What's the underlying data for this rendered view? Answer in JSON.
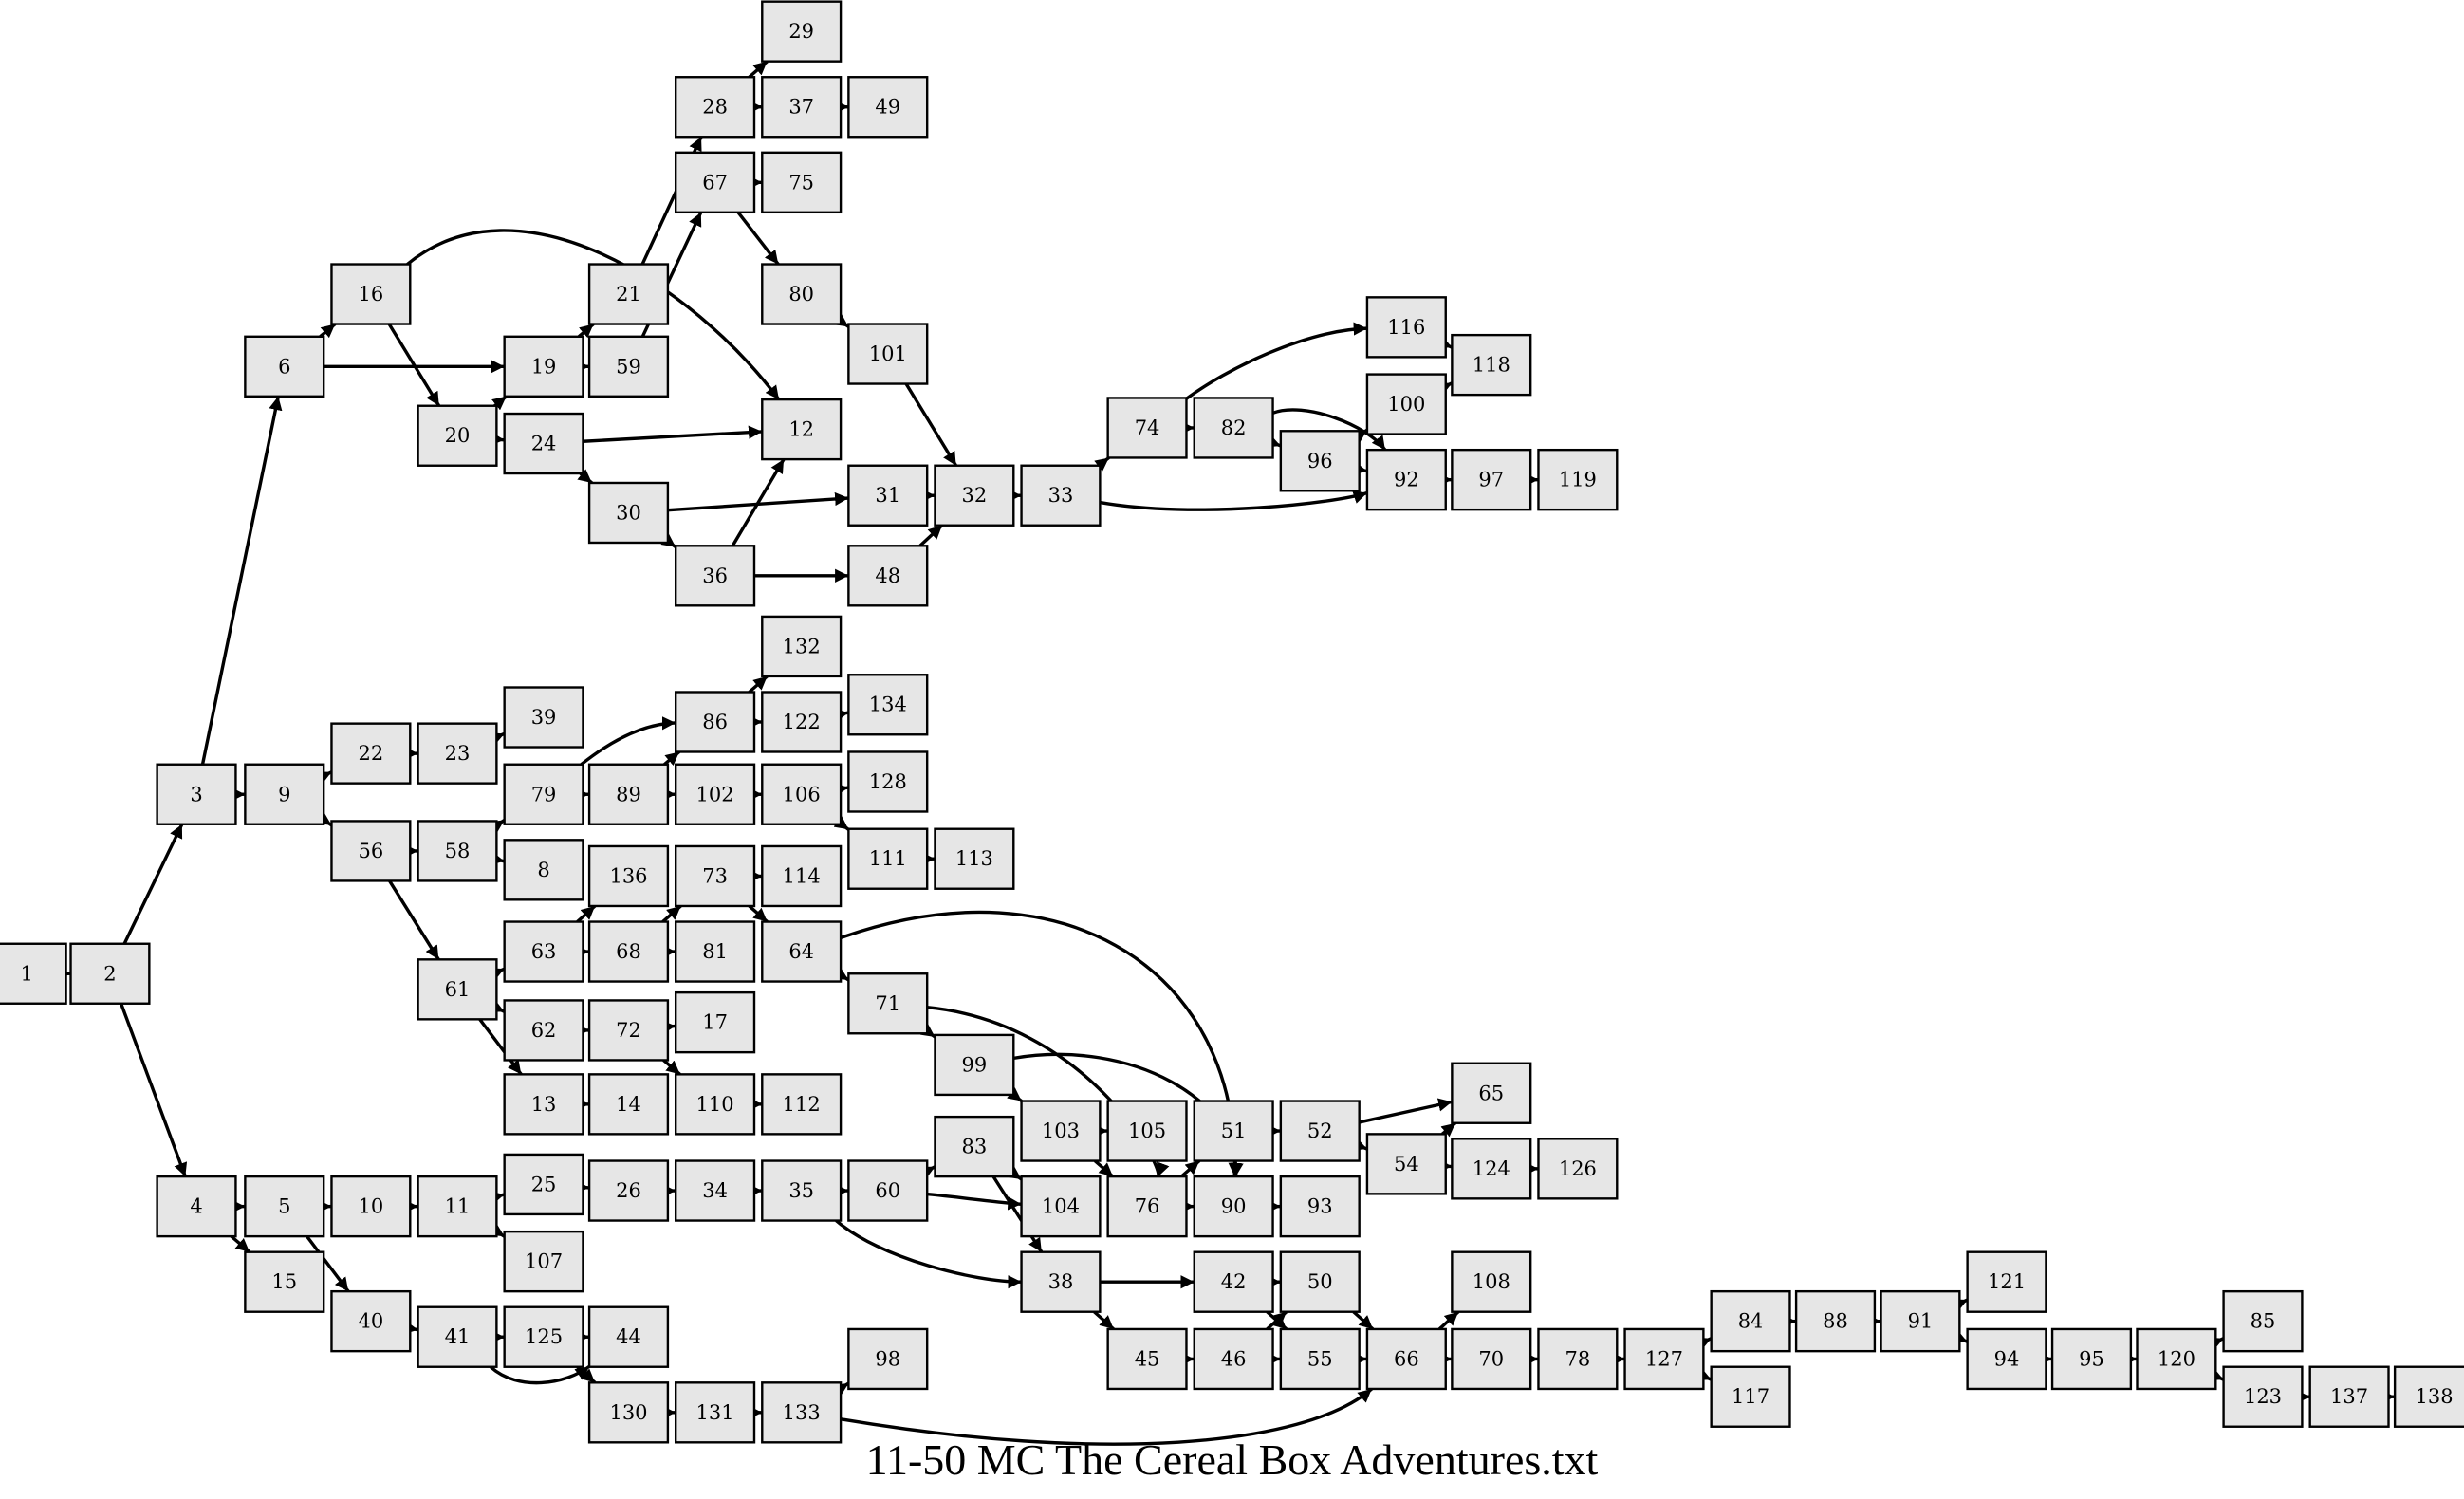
{
  "caption": "11-50 MC The Cereal Box Adventures.txt",
  "colors": {
    "node_fill": "#e6e6e6",
    "node_stroke": "#000000",
    "edge": "#000000",
    "background": "#ffffff"
  },
  "nodes": [
    "1",
    "2",
    "3",
    "4",
    "5",
    "6",
    "8",
    "9",
    "10",
    "11",
    "12",
    "13",
    "14",
    "15",
    "16",
    "17",
    "19",
    "20",
    "21",
    "22",
    "23",
    "24",
    "25",
    "26",
    "28",
    "29",
    "30",
    "31",
    "32",
    "33",
    "34",
    "35",
    "36",
    "37",
    "38",
    "39",
    "40",
    "41",
    "42",
    "44",
    "45",
    "46",
    "48",
    "49",
    "50",
    "51",
    "52",
    "54",
    "55",
    "56",
    "58",
    "59",
    "60",
    "61",
    "62",
    "63",
    "64",
    "65",
    "66",
    "67",
    "68",
    "70",
    "71",
    "72",
    "73",
    "74",
    "75",
    "76",
    "78",
    "79",
    "80",
    "81",
    "82",
    "83",
    "84",
    "85",
    "86",
    "88",
    "89",
    "90",
    "91",
    "92",
    "93",
    "94",
    "95",
    "96",
    "97",
    "98",
    "99",
    "100",
    "101",
    "102",
    "103",
    "104",
    "105",
    "106",
    "107",
    "108",
    "110",
    "111",
    "112",
    "113",
    "114",
    "116",
    "117",
    "118",
    "119",
    "120",
    "121",
    "122",
    "123",
    "124",
    "125",
    "126",
    "127",
    "128",
    "130",
    "131",
    "132",
    "133",
    "134",
    "136",
    "137",
    "138"
  ],
  "edges": [
    [
      "1",
      "2"
    ],
    [
      "2",
      "3"
    ],
    [
      "2",
      "4"
    ],
    [
      "3",
      "6"
    ],
    [
      "3",
      "9"
    ],
    [
      "4",
      "5"
    ],
    [
      "4",
      "15"
    ],
    [
      "6",
      "16"
    ],
    [
      "6",
      "19"
    ],
    [
      "16",
      "20"
    ],
    [
      "16",
      "12"
    ],
    [
      "19",
      "21"
    ],
    [
      "19",
      "59"
    ],
    [
      "20",
      "19"
    ],
    [
      "20",
      "24"
    ],
    [
      "21",
      "28"
    ],
    [
      "28",
      "29"
    ],
    [
      "28",
      "37"
    ],
    [
      "37",
      "49"
    ],
    [
      "59",
      "67"
    ],
    [
      "67",
      "75"
    ],
    [
      "67",
      "80"
    ],
    [
      "80",
      "101"
    ],
    [
      "101",
      "32"
    ],
    [
      "24",
      "12"
    ],
    [
      "24",
      "30"
    ],
    [
      "30",
      "31"
    ],
    [
      "30",
      "36"
    ],
    [
      "36",
      "12"
    ],
    [
      "36",
      "48"
    ],
    [
      "31",
      "32"
    ],
    [
      "48",
      "32"
    ],
    [
      "32",
      "33"
    ],
    [
      "33",
      "74"
    ],
    [
      "33",
      "92"
    ],
    [
      "74",
      "116"
    ],
    [
      "74",
      "82"
    ],
    [
      "82",
      "96"
    ],
    [
      "82",
      "92"
    ],
    [
      "96",
      "100"
    ],
    [
      "96",
      "92"
    ],
    [
      "116",
      "118"
    ],
    [
      "100",
      "118"
    ],
    [
      "92",
      "97"
    ],
    [
      "97",
      "119"
    ],
    [
      "9",
      "22"
    ],
    [
      "9",
      "56"
    ],
    [
      "22",
      "23"
    ],
    [
      "23",
      "39"
    ],
    [
      "56",
      "58"
    ],
    [
      "56",
      "61"
    ],
    [
      "58",
      "79"
    ],
    [
      "58",
      "8"
    ],
    [
      "79",
      "86"
    ],
    [
      "79",
      "89"
    ],
    [
      "89",
      "86"
    ],
    [
      "89",
      "102"
    ],
    [
      "86",
      "132"
    ],
    [
      "86",
      "122"
    ],
    [
      "122",
      "134"
    ],
    [
      "102",
      "106"
    ],
    [
      "106",
      "128"
    ],
    [
      "106",
      "111"
    ],
    [
      "111",
      "113"
    ],
    [
      "61",
      "63"
    ],
    [
      "61",
      "62"
    ],
    [
      "61",
      "13"
    ],
    [
      "63",
      "136"
    ],
    [
      "63",
      "68"
    ],
    [
      "68",
      "73"
    ],
    [
      "68",
      "81"
    ],
    [
      "73",
      "114"
    ],
    [
      "73",
      "64"
    ],
    [
      "64",
      "90"
    ],
    [
      "64",
      "71"
    ],
    [
      "71",
      "99"
    ],
    [
      "71",
      "76"
    ],
    [
      "99",
      "90"
    ],
    [
      "99",
      "103"
    ],
    [
      "103",
      "105"
    ],
    [
      "103",
      "76"
    ],
    [
      "76",
      "51"
    ],
    [
      "76",
      "90"
    ],
    [
      "90",
      "93"
    ],
    [
      "51",
      "52"
    ],
    [
      "52",
      "65"
    ],
    [
      "52",
      "54"
    ],
    [
      "54",
      "65"
    ],
    [
      "54",
      "124"
    ],
    [
      "124",
      "126"
    ],
    [
      "62",
      "72"
    ],
    [
      "72",
      "17"
    ],
    [
      "72",
      "110"
    ],
    [
      "110",
      "112"
    ],
    [
      "13",
      "14"
    ],
    [
      "5",
      "10"
    ],
    [
      "5",
      "40"
    ],
    [
      "10",
      "11"
    ],
    [
      "11",
      "25"
    ],
    [
      "11",
      "107"
    ],
    [
      "25",
      "26"
    ],
    [
      "26",
      "34"
    ],
    [
      "34",
      "35"
    ],
    [
      "35",
      "60"
    ],
    [
      "35",
      "38"
    ],
    [
      "60",
      "83"
    ],
    [
      "60",
      "104"
    ],
    [
      "83",
      "104"
    ],
    [
      "83",
      "38"
    ],
    [
      "38",
      "42"
    ],
    [
      "38",
      "45"
    ],
    [
      "42",
      "50"
    ],
    [
      "42",
      "55"
    ],
    [
      "45",
      "46"
    ],
    [
      "46",
      "50"
    ],
    [
      "46",
      "55"
    ],
    [
      "50",
      "66"
    ],
    [
      "55",
      "66"
    ],
    [
      "66",
      "108"
    ],
    [
      "66",
      "70"
    ],
    [
      "70",
      "78"
    ],
    [
      "78",
      "127"
    ],
    [
      "127",
      "84"
    ],
    [
      "127",
      "117"
    ],
    [
      "84",
      "88"
    ],
    [
      "88",
      "91"
    ],
    [
      "91",
      "121"
    ],
    [
      "91",
      "94"
    ],
    [
      "94",
      "95"
    ],
    [
      "95",
      "120"
    ],
    [
      "120",
      "85"
    ],
    [
      "120",
      "123"
    ],
    [
      "123",
      "137"
    ],
    [
      "137",
      "138"
    ],
    [
      "40",
      "41"
    ],
    [
      "41",
      "125"
    ],
    [
      "41",
      "44"
    ],
    [
      "125",
      "44"
    ],
    [
      "125",
      "130"
    ],
    [
      "130",
      "131"
    ],
    [
      "131",
      "133"
    ],
    [
      "133",
      "98"
    ],
    [
      "133",
      "66"
    ]
  ]
}
